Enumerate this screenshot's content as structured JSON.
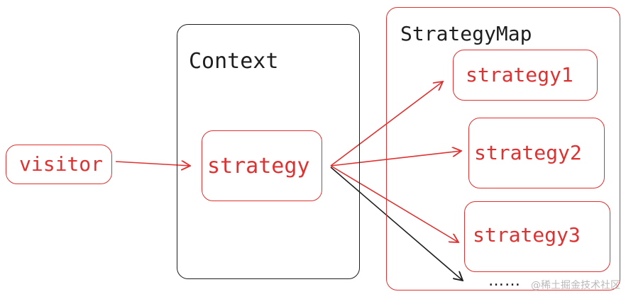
{
  "context": {
    "title": "Context",
    "inner": "strategy"
  },
  "visitor": {
    "label": "visitor"
  },
  "strategy_map": {
    "title": "StrategyMap",
    "items": [
      "strategy1",
      "strategy2",
      "strategy3"
    ],
    "more": "……"
  },
  "watermark": "@稀土掘金技术社区",
  "colors": {
    "red": "#e03131",
    "black": "#1e1e1e"
  }
}
